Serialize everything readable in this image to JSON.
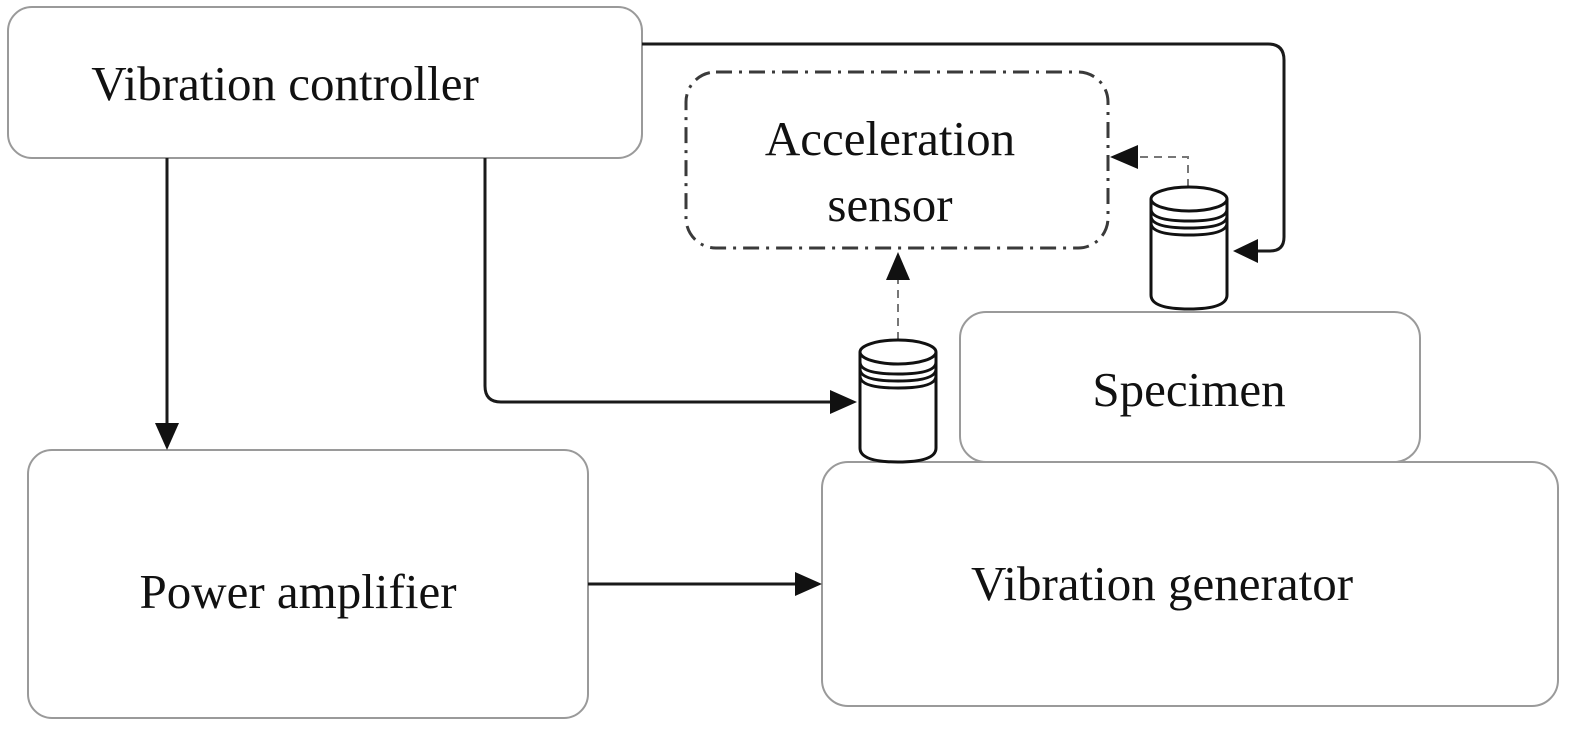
{
  "nodes": {
    "vibration_controller": "Vibration controller",
    "acceleration_sensor_line1": "Acceleration",
    "acceleration_sensor_line2": "sensor",
    "specimen": "Specimen",
    "power_amplifier": "Power amplifier",
    "vibration_generator": "Vibration generator"
  },
  "icons": {
    "sensor_left": "accelerometer-icon",
    "sensor_right": "accelerometer-icon"
  },
  "edges": [
    {
      "from": "Vibration controller",
      "to": "Power amplifier",
      "style": "solid"
    },
    {
      "from": "Power amplifier",
      "to": "Vibration generator",
      "style": "solid"
    },
    {
      "from": "Vibration controller",
      "to": "accelerometer (generator)",
      "style": "solid"
    },
    {
      "from": "Vibration controller",
      "to": "accelerometer (specimen)",
      "style": "solid"
    },
    {
      "from": "accelerometer (generator)",
      "to": "Acceleration sensor",
      "style": "dashed"
    },
    {
      "from": "accelerometer (specimen)",
      "to": "Acceleration sensor",
      "style": "dashed"
    }
  ]
}
